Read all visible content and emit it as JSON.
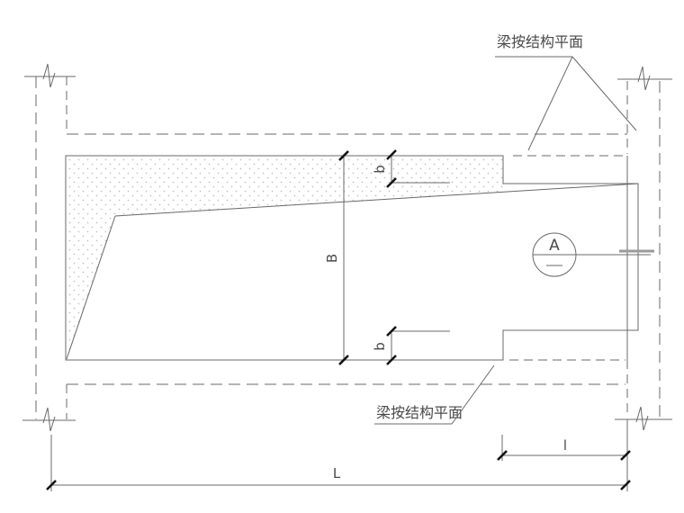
{
  "drawing": {
    "kind": "structural-detail-plan",
    "notes": {
      "top": "梁按结构平面",
      "bottom": "梁按结构平面"
    },
    "dimensions": {
      "width": "B",
      "band_width_top": "b",
      "band_width_bottom": "b",
      "length": "L",
      "end_length": "l"
    },
    "detail_marker": {
      "label": "A"
    },
    "colors": {
      "line": "#686868",
      "tick": "#141414",
      "text": "#4a4a4a",
      "stipple": "#c2c2ca",
      "section": "#9a9a9a",
      "background": "#ffffff"
    }
  }
}
